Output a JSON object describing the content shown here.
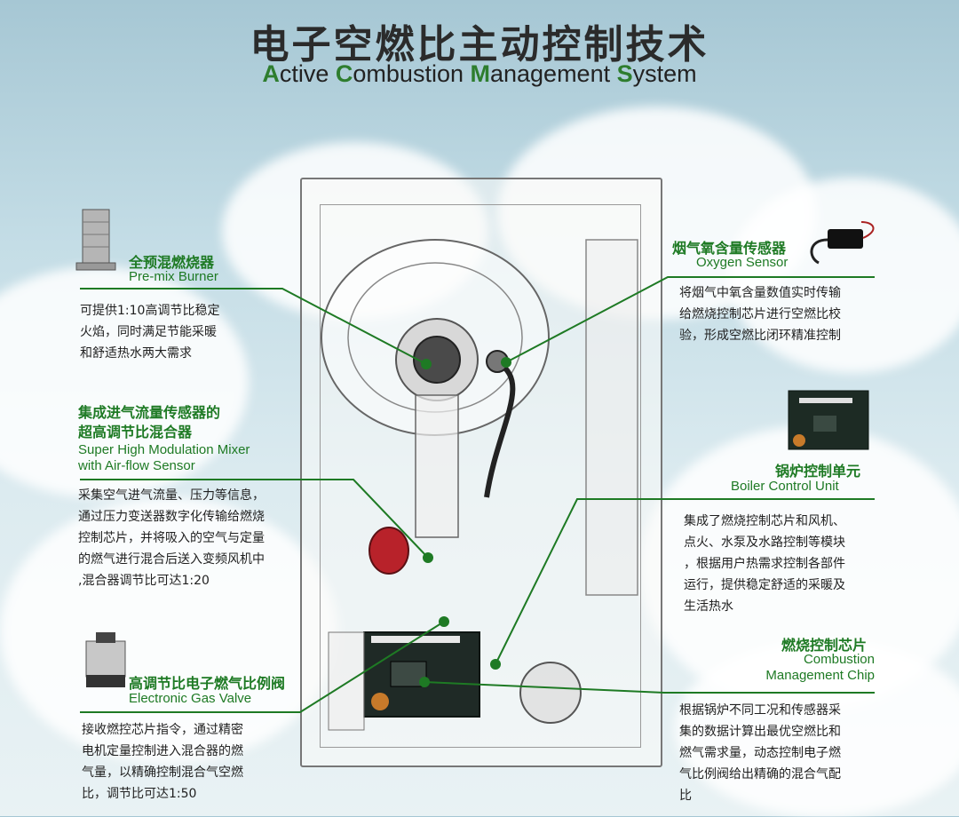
{
  "header": {
    "title": "电子空燃比主动控制技术",
    "subtitle_parts": [
      {
        "text": "A",
        "accent": true
      },
      {
        "text": "ctive ",
        "accent": false
      },
      {
        "text": "C",
        "accent": true
      },
      {
        "text": "ombustion ",
        "accent": false
      },
      {
        "text": "M",
        "accent": true
      },
      {
        "text": "anagement ",
        "accent": false
      },
      {
        "text": "S",
        "accent": true
      },
      {
        "text": "ystem",
        "accent": false
      }
    ]
  },
  "colors": {
    "accent": "#2e7d2e",
    "callout_line": "#1e7a24"
  },
  "callouts": {
    "burner": {
      "title_zh": "全预混燃烧器",
      "title_en": "Pre-mix Burner",
      "desc": [
        "可提供1:10高调节比稳定",
        "火焰，同时满足节能采暖",
        "和舒适热水两大需求"
      ]
    },
    "mixer": {
      "title_zh": [
        "集成进气流量传感器的",
        "超高调节比混合器"
      ],
      "title_en": [
        "Super High Modulation Mixer",
        "with Air-flow Sensor"
      ],
      "desc": [
        "采集空气进气流量、压力等信息，",
        "通过压力变送器数字化传输给燃烧",
        "控制芯片，并将吸入的空气与定量",
        "的燃气进行混合后送入变频风机中",
        ",混合器调节比可达1:20"
      ]
    },
    "gas_valve": {
      "title_zh": "高调节比电子燃气比例阀",
      "title_en": "Electronic Gas Valve",
      "desc": [
        "接收燃控芯片指令，通过精密",
        "电机定量控制进入混合器的燃",
        "气量，以精确控制混合气空燃",
        "比，调节比可达1:50"
      ]
    },
    "oxygen": {
      "title_zh": "烟气氧含量传感器",
      "title_en": "Oxygen Sensor",
      "desc": [
        "将烟气中氧含量数值实时传输",
        "给燃烧控制芯片进行空燃比校",
        "验，形成空燃比闭环精准控制"
      ]
    },
    "control_unit": {
      "title_zh": "锅炉控制单元",
      "title_en": "Boiler Control Unit",
      "desc": [
        "集成了燃烧控制芯片和风机、",
        "点火、水泵及水路控制等模块",
        "，根据用户热需求控制各部件",
        "运行，提供稳定舒适的采暖及",
        "生活热水"
      ]
    },
    "chip": {
      "title_zh": "燃烧控制芯片",
      "title_en": [
        "Combustion",
        "Management Chip"
      ],
      "desc": [
        "根据锅炉不同工况和传感器采",
        "集的数据计算出最优空燃比和",
        "燃气需求量，动态控制电子燃",
        "气比例阀给出精确的混合气配",
        "比"
      ]
    }
  }
}
